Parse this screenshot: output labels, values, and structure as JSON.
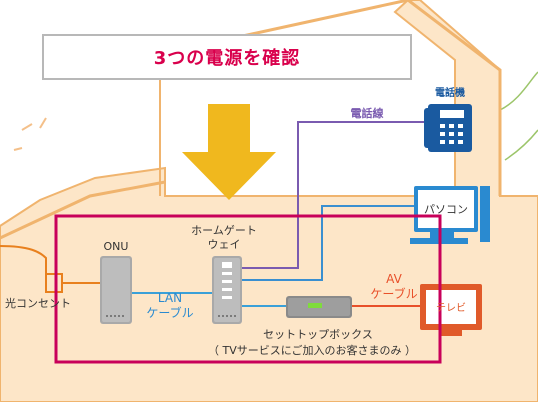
{
  "banner": {
    "title": "3つの電源を確認"
  },
  "labels": {
    "phone_line": "電話線",
    "phone": "電話機",
    "pc": "パソコン",
    "home_gateway_line1": "ホームゲート",
    "home_gateway_line2": "ウェイ",
    "onu": "ONU",
    "optical_outlet": "光コンセント",
    "lan_line1": "LAN",
    "lan_line2": "ケーブル",
    "av_line1": "AV",
    "av_line2": "ケーブル",
    "tv": "テレビ",
    "settop_box": "セットトップボックス",
    "settop_note": "（ TVサービスにご加入のお客さまのみ ）"
  },
  "colors": {
    "banner_text": "#d9004c",
    "house_fill": "#fde6c8",
    "house_stroke": "#f0b46e",
    "arrow": "#f0b81e",
    "highlight_box": "#c8005a",
    "phone_cable": "#7a5bb0",
    "pc_cable": "#3a8fd0",
    "lan_cable": "#3aa0d8",
    "av_cable": "#e8502a",
    "optical_cable": "#e8801e",
    "phone_device": "#1a5aa0",
    "pc_device": "#2a8ad0",
    "tv_device": "#e05a2a",
    "device_gray": "#a9a9a9"
  }
}
